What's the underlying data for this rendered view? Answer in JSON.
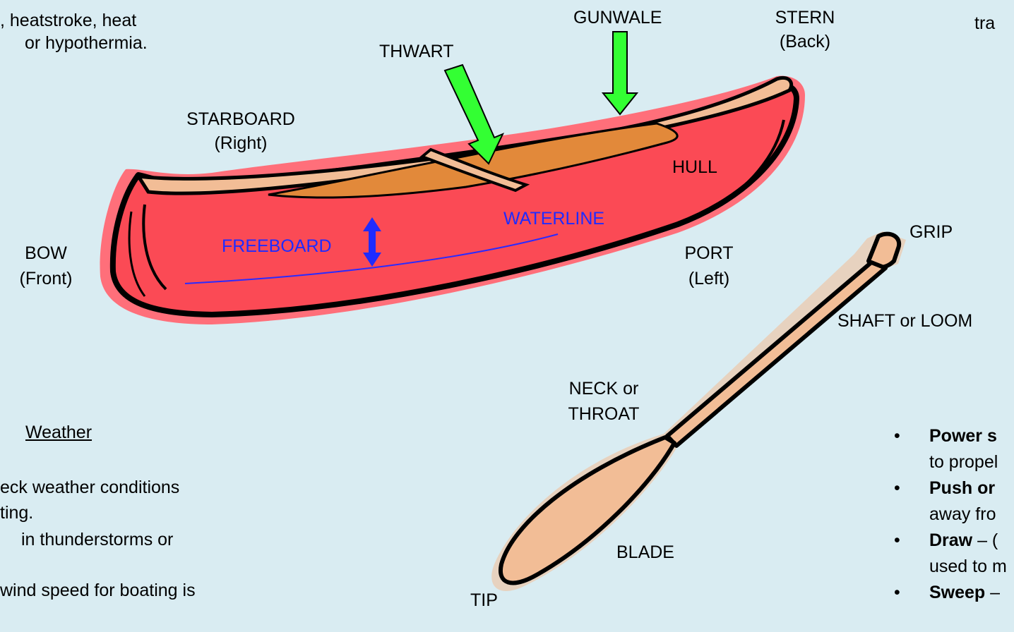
{
  "intro_text": [
    ", heatstroke, heat",
    "or hypothermia."
  ],
  "top_right_text": "tra",
  "canoe_labels": {
    "gunwale": "GUNWALE",
    "stern": "STERN",
    "stern_sub": "(Back)",
    "thwart": "THWART",
    "starboard": "STARBOARD",
    "starboard_sub": "(Right)",
    "hull": "HULL",
    "waterline": "WATERLINE",
    "freeboard": "FREEBOARD",
    "port": "PORT",
    "port_sub": "(Left)",
    "bow": "BOW",
    "bow_sub": "(Front)"
  },
  "paddle_labels": {
    "grip": "GRIP",
    "shaft": "SHAFT or LOOM",
    "neck": "NECK or",
    "neck_sub": "THROAT",
    "blade": "BLADE",
    "tip": "TIP"
  },
  "weather": {
    "heading": "Weather",
    "lines": [
      "eck weather conditions",
      "ting.",
      "in thunderstorms or",
      "wind speed for boating is"
    ]
  },
  "strokes": [
    {
      "bold": "Power s",
      "text": "",
      "line2": "to propel"
    },
    {
      "bold": "Push or",
      "text": "",
      "line2": "away fro"
    },
    {
      "bold": "Draw",
      "text": " – (",
      "line2": "used to m"
    },
    {
      "bold": "Sweep",
      "text": " –",
      "line2": ""
    }
  ],
  "colors": {
    "background": "#d9ecf2",
    "hull": "#fb4a55",
    "hull_outline": "#ff6f7a",
    "interior": "#e2893a",
    "wood": "#f2bd96",
    "arrow_green": "#33ff33",
    "arrow_blue": "#1f2bff",
    "waterline": "#2a2aff"
  }
}
